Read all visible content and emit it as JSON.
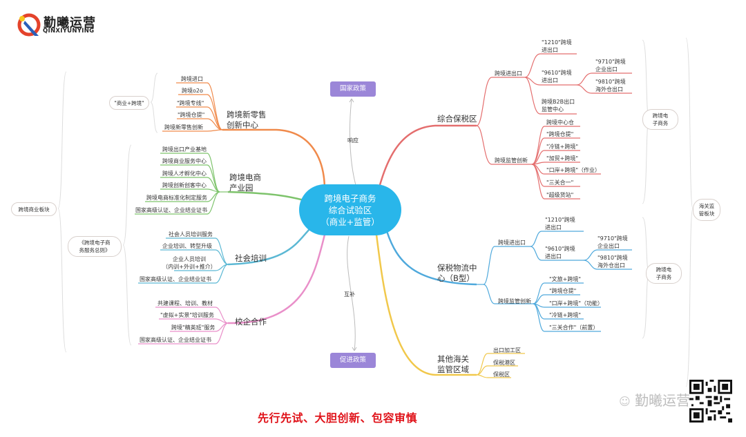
{
  "brand": {
    "name": "勤曦运营",
    "subtitle": "QINXIYUNYING"
  },
  "colors": {
    "center": "#29b6ea",
    "policy": "#9b86d8",
    "orange": "#f08a4b",
    "green": "#7dc36b",
    "teal": "#5bb8d4",
    "pink": "#e98fc9",
    "red": "#e46e6e",
    "blue": "#4fa9dc",
    "yellow": "#f1c84b",
    "slogan": "#e0141b"
  },
  "center_node": {
    "line1": "跨境电子商务",
    "line2": "综合试验区",
    "line3": "（商业+监管）"
  },
  "policies": {
    "top": "国家政策",
    "top_edge_label": "响应",
    "bottom": "促进政策",
    "bottom_edge_label": "互补"
  },
  "left": {
    "outer_group": "跨境商业板块",
    "group_top": "\"商业+跨境\"",
    "group_bottom_line1": "《跨境电子商",
    "group_bottom_line2": "务服务总则》",
    "branches": [
      {
        "title_line1": "跨境新零售",
        "title_line2": "创新中心",
        "items": [
          "跨境进口",
          "跨境o2o",
          "\"跨境专线\"",
          "\"跨境仓提\"",
          "跨境新零售创新"
        ]
      },
      {
        "title_line1": "跨境电商",
        "title_line2": "产业园",
        "items": [
          "跨境出口产业基地",
          "跨境商业服务中心",
          "跨境人才孵化中心",
          "跨境创新创客中心",
          "跨境电商标准化制定服务",
          "国家高级认证、企业结业证书"
        ]
      },
      {
        "title_line1": "社会培训",
        "title_line2": "",
        "items": [
          "社会人员培训服务",
          "企业培训、转型升级",
          "企业人员培训",
          "（内训+外训+推介）",
          "国家高级认证、企业结业证书"
        ]
      },
      {
        "title_line1": "校企合作",
        "title_line2": "",
        "items": [
          "共建课程、培训、教材",
          "\"虚拟+实景\"培训服务",
          "跨境\"精英班\"服务",
          "国家高级认证、企业结业证书"
        ]
      }
    ]
  },
  "right": {
    "outer_group_line1": "海关监",
    "outer_group_line2": "管板块",
    "group_top_line1": "跨境电",
    "group_top_line2": "子商务",
    "group_bottom_line1": "跨境电",
    "group_bottom_line2": "子商务",
    "branches": [
      {
        "title": "综合保税区",
        "sub": [
          {
            "label": "跨境进出口",
            "items": [
              {
                "line1": "\"1210\"跨境",
                "line2": "进出口"
              },
              {
                "line1": "\"9610\"跨境",
                "line2": "进出口",
                "children": [
                  {
                    "line1": "\"9710\"跨境",
                    "line2": "企业出口"
                  },
                  {
                    "line1": "\"9810\"跨境",
                    "line2": "海外仓出口"
                  }
                ]
              },
              {
                "line1": "跨境B2B出口",
                "line2": "监管中心"
              }
            ]
          },
          {
            "label": "跨境监管创新",
            "items": [
              "跨境中心仓",
              "\"跨境仓提\"",
              "\"冷链+跨境\"",
              "\"加贸+跨境\"",
              "\"口岸+跨境\"（作业）",
              "\"三关合一\"",
              "\"超级货站\""
            ]
          }
        ]
      },
      {
        "title_line1": "保税物流中",
        "title_line2": "心（B型）",
        "sub": [
          {
            "label": "跨境进出口",
            "items": [
              {
                "line1": "\"1210\"跨境",
                "line2": "进出口"
              },
              {
                "line1": "\"9610\"跨境",
                "line2": "进出口",
                "children": [
                  {
                    "line1": "\"9710\"跨境",
                    "line2": "企业出口"
                  },
                  {
                    "line1": "\"9810\"跨境",
                    "line2": "海外仓出口"
                  }
                ]
              }
            ]
          },
          {
            "label": "跨境监管创新",
            "items": [
              "\"文旅+跨境\"",
              "\"跨境仓提\"",
              "\"口岸+跨境\"（功能）",
              "\"冷链+跨境\"",
              "\"三关合作\"（前置）"
            ]
          }
        ]
      },
      {
        "title_line1": "其他海关",
        "title_line2": "监管区域",
        "items": [
          "出口加工区",
          "保税港区",
          "保税区"
        ]
      }
    ]
  },
  "footer": {
    "slogan": "先行先试、大胆创新、包容审慎",
    "watermark": "勤曦运营"
  }
}
